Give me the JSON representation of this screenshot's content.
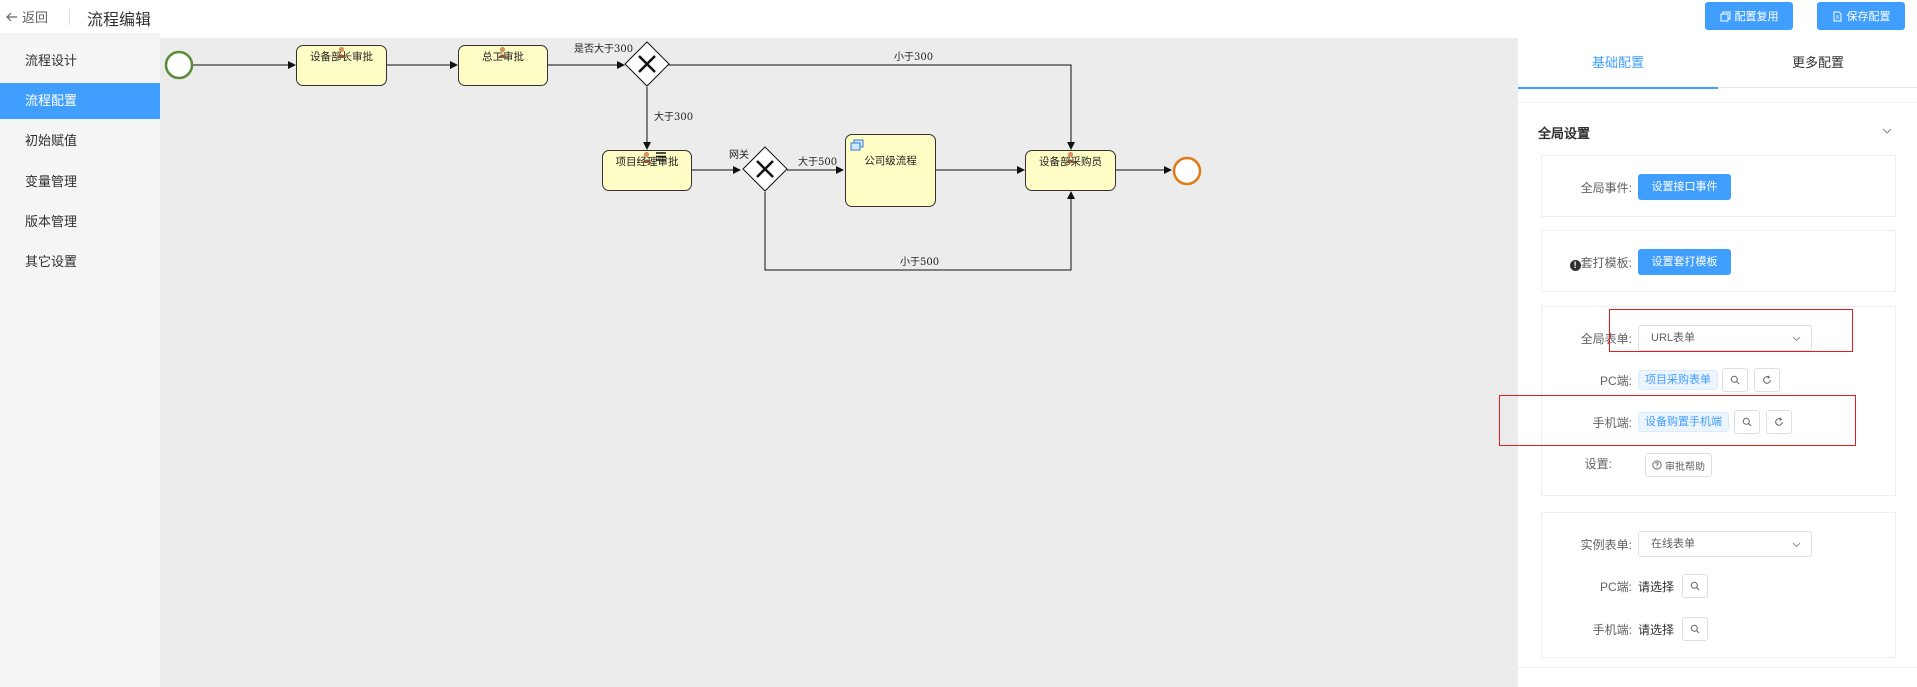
{
  "header": {
    "back_label": "返回",
    "title": "流程编辑",
    "reuse_label": "配置复用",
    "save_label": "保存配置"
  },
  "sidebar": {
    "items": [
      {
        "label": "流程设计"
      },
      {
        "label": "流程配置"
      },
      {
        "label": "初始赋值"
      },
      {
        "label": "变量管理"
      },
      {
        "label": "版本管理"
      },
      {
        "label": "其它设置"
      }
    ],
    "active_index": 1
  },
  "diagram": {
    "nodes": {
      "dept_head": "设备部长审批",
      "chief_engineer": "总工审批",
      "pm_approve": "项目经理审批",
      "company_flow": "公司级流程",
      "purchaser": "设备部采购员"
    },
    "edge_labels": {
      "gt300_q": "是否大于300",
      "lt300": "小于300",
      "gt300": "大于300",
      "gateway": "网关",
      "gt500": "大于500",
      "lt500": "小于500"
    },
    "colors": {
      "start": "#5b8c3a",
      "end": "#e07b16",
      "node_fill": "#fdfdc5"
    }
  },
  "panel": {
    "tabs": [
      {
        "label": "基础配置"
      },
      {
        "label": "更多配置"
      }
    ],
    "active_tab": 0,
    "section_title": "全局设置",
    "global_event": {
      "label": "全局事件:",
      "button": "设置接口事件"
    },
    "print_template": {
      "label": "套打模板:",
      "button": "设置套打模板"
    },
    "global_form": {
      "label": "全局表单:",
      "value": "URL表单",
      "pc_label": "PC端:",
      "pc_value": "项目采购表单",
      "mobile_label": "手机端:",
      "mobile_value": "设备购置手机端",
      "settings_label": "设置:",
      "help_button": "审批帮助"
    },
    "instance_form": {
      "label": "实例表单:",
      "value": "在线表单",
      "pc_label": "PC端:",
      "pc_value": "请选择",
      "mobile_label": "手机端:",
      "mobile_value": "请选择"
    }
  },
  "colors": {
    "accent": "#409eff",
    "highlight": "#e02020"
  }
}
